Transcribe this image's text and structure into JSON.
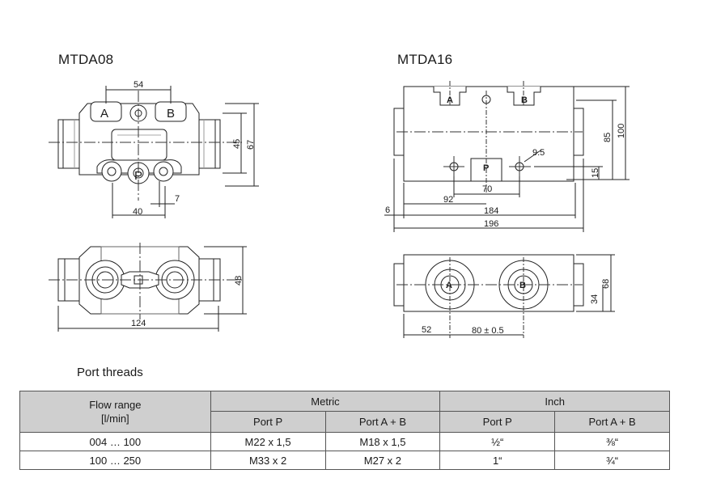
{
  "titles": {
    "left": "MTDA08",
    "right": "MTDA16"
  },
  "drawing": {
    "port_letters": {
      "a": "A",
      "b": "B",
      "p": "P"
    },
    "mtda08_dims": {
      "d54": "54",
      "d45": "45",
      "d67": "67",
      "d7": "7",
      "d40": "40",
      "d48": "48",
      "d124": "124"
    },
    "mtda16_dims": {
      "d100": "100",
      "d85": "85",
      "d9_5": "9.5",
      "d15": "15",
      "d70": "70",
      "d92": "92",
      "d6": "6",
      "d184": "184",
      "d196": "196",
      "d68": "68",
      "d34": "34",
      "d52": "52",
      "d80": "80 ± 0.5"
    }
  },
  "port_threads": {
    "title": "Port threads",
    "headers": {
      "flow_range": "Flow range",
      "flow_unit": "[l/min]",
      "metric": "Metric",
      "inch": "Inch",
      "port_p": "Port P",
      "port_ab": "Port A + B"
    },
    "rows": [
      {
        "flow": "004 … 100",
        "metric_p": "M22 x 1,5",
        "metric_ab": "M18 x 1,5",
        "inch_p": "½“",
        "inch_ab": "⅜“"
      },
      {
        "flow": "100 … 250",
        "metric_p": "M33 x 2",
        "metric_ab": "M27 x 2",
        "inch_p": "1“",
        "inch_ab": "¾“"
      }
    ]
  }
}
